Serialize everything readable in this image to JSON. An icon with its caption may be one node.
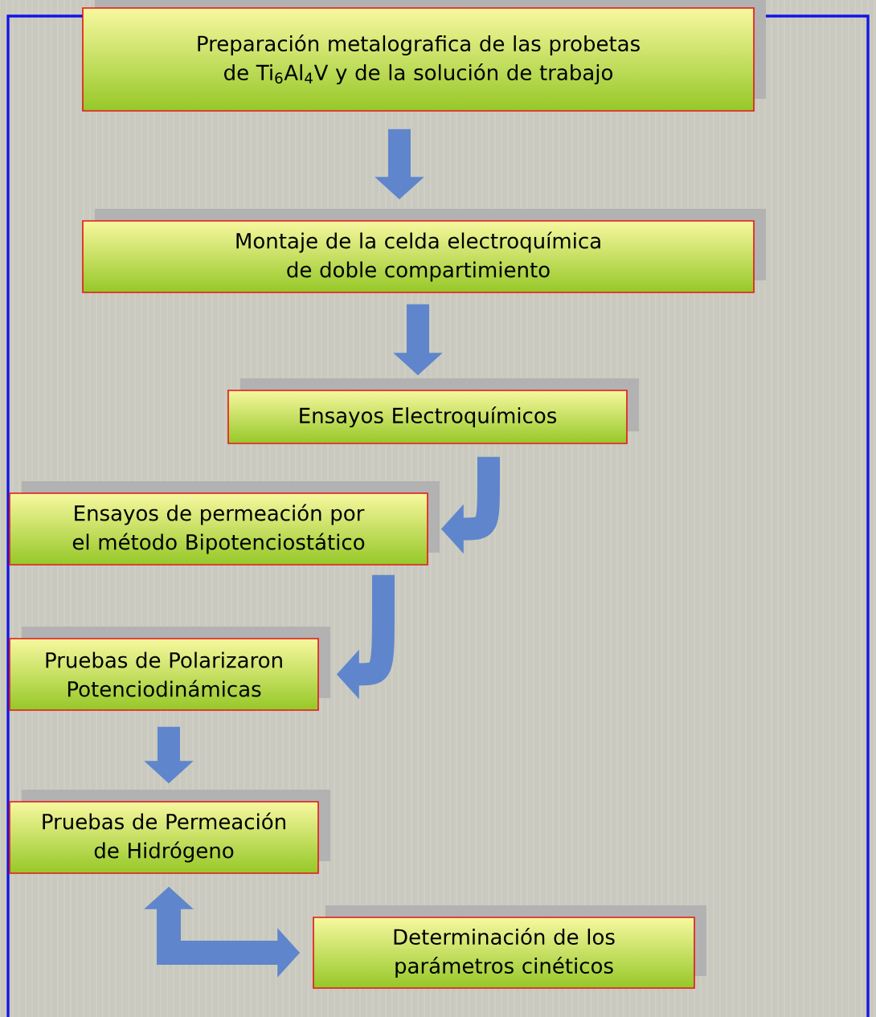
{
  "diagram": {
    "nodes": [
      {
        "text": [
          "Preparación metalografica de las probetas de Ti$_{6}$Al$_{4}$V y de la solución de trabajo"
        ]
      },
      {
        "text": [
          "Montaje de la celda electroquímica de doble compartimiento"
        ]
      },
      {
        "text": [
          "Ensayos Electroquímicos"
        ]
      },
      {
        "text": [
          "Ensayos de permeación por el método Bipotenciostático"
        ]
      },
      {
        "text": [
          "Pruebas de Polarizaron Potenciodinámicas"
        ]
      },
      {
        "text": [
          "Pruebas de Permeación de Hidrógeno"
        ]
      },
      {
        "text": [
          "Determinación de los parámetros cinéticos"
        ]
      }
    ],
    "edges": [
      {
        "from": 0,
        "to": 1,
        "arrow": "to"
      },
      {
        "from": 1,
        "to": 2,
        "arrow": "to"
      },
      {
        "from": 2,
        "to": 3,
        "arrow": "to"
      },
      {
        "from": 3,
        "to": 4,
        "arrow": "to"
      },
      {
        "from": 4,
        "to": 5,
        "arrow": "to"
      },
      {
        "from": 5,
        "to": 6,
        "arrow": "both"
      }
    ]
  }
}
